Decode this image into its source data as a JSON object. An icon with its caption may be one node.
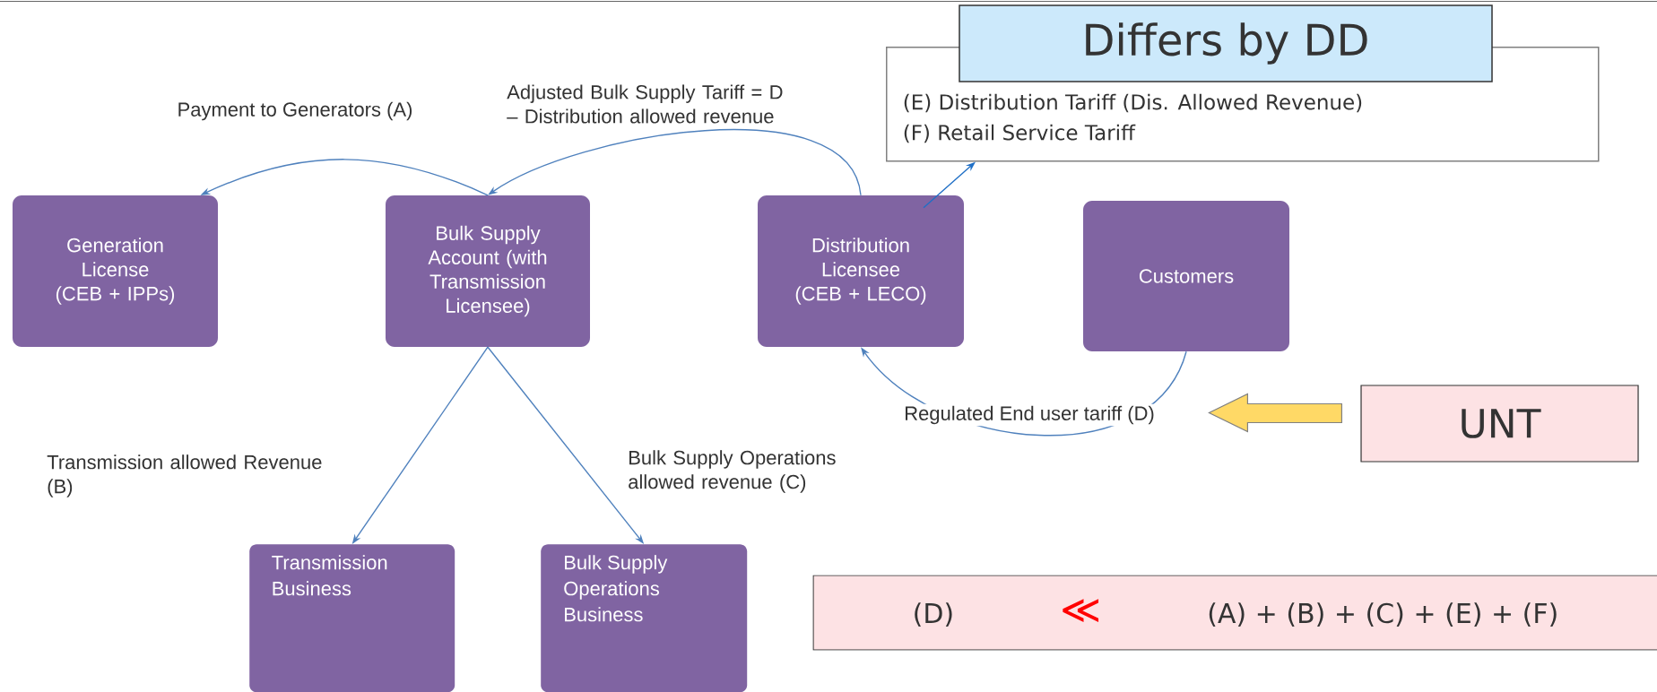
{
  "diagram": {
    "nodes": [
      {
        "text": [
          "Generation License (CEB + IPPs)"
        ]
      },
      {
        "text": [
          "Bulk Supply Account (with Transmission Licensee)"
        ]
      },
      {
        "text": [
          "Distribution Licensee (CEB + LECO)"
        ]
      },
      {
        "text": [
          "Customers"
        ]
      },
      {
        "text": [
          "Transmission Business"
        ]
      },
      {
        "text": [
          "Bulk Supply Operations Business"
        ]
      },
      {
        "text": [
          "Differs by DD"
        ]
      },
      {
        "text": [
          "(E) Distribution Tariff (Dis. Allowed Revenue)",
          "(F) Retail Service Tariff"
        ]
      },
      {
        "text": [
          "UNT"
        ]
      },
      {
        "text": [
          "(D)",
          "≪",
          "(A) + (B) + (C) + (E) + (F)"
        ]
      }
    ],
    "edges": [
      {
        "from": 1,
        "to": 0,
        "arrow": "to",
        "label": "Payment to Generators (A)"
      },
      {
        "from": 2,
        "to": 1,
        "arrow": "to",
        "label": "Adjusted Bulk Supply Tariff = D – Distribution allowed revenue"
      },
      {
        "from": 3,
        "to": 2,
        "arrow": "to",
        "label": "Regulated End user tariff (D)"
      },
      {
        "from": 1,
        "to": 4,
        "arrow": "to",
        "label": "Transmission allowed Revenue (B)"
      },
      {
        "from": 1,
        "to": 5,
        "arrow": "to",
        "label": "Bulk Supply Operations allowed revenue (C)"
      },
      {
        "from": 2,
        "to": 7,
        "arrow": "to",
        "color": "#1f6fc6"
      },
      {
        "from": 8,
        "to": null,
        "arrow": "to",
        "style": "thick",
        "color": "#ffd966"
      }
    ]
  }
}
